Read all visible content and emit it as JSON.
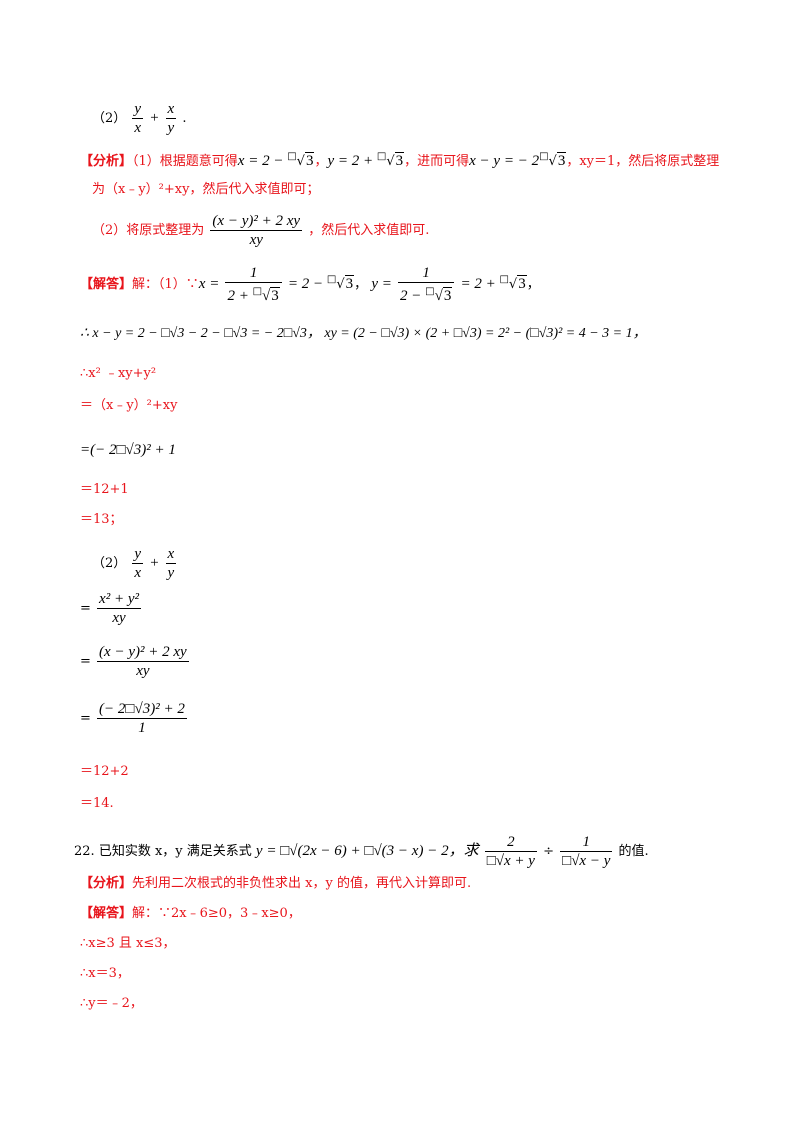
{
  "sec1": {
    "q2_label": "（2）",
    "q2_frac1_num": "y",
    "q2_frac1_den": "x",
    "q2_plus": "+",
    "q2_frac2_num": "x",
    "q2_frac2_den": "y",
    "q2_period": "."
  },
  "analysis": {
    "tag": "【分析】",
    "p1_a": "（1）根据题意可得",
    "p1_eq1": "x = 2 − ",
    "p1_idx": "□",
    "p1_r3": "3",
    "p1_comma1": "，",
    "p1_eq2": "y = 2 + ",
    "p1_mid": "，进而可得",
    "p1_eq3": "x − y = − 2",
    "p1_comma2": "，",
    "p1_xy": "xy＝1，然后将原式整理",
    "p2": "为（x﹣y）²+xy，然后代入求值即可；",
    "p3_a": "（2）将原式整理为",
    "p3_num": "(x − y)² + 2 xy",
    "p3_den": "xy",
    "p3_b": "，然后代入求值即可."
  },
  "answer": {
    "tag": "【解答】",
    "a1_a": "解：（1）∵",
    "a1_x": "x =",
    "a1_frac_num": "1",
    "a1_frac_den": "2 + ",
    "a1_eq": "= 2 − ",
    "a1_comma": "，",
    "a1_y": "y =",
    "a1_frac2_den": "2 − ",
    "a1_eq2": "= 2 + ",
    "a1_end": "，",
    "a2": "∴ x − y = 2 − □√3 − 2 − □√3 = − 2□√3，  xy = (2 − □√3) × (2 + □√3) = 2² − (□√3)² = 4 − 3 = 1，",
    "a3": "∴x² ﹣xy+y²",
    "a4": "＝（x﹣y）²+xy",
    "a5": "=(− 2□√3)² + 1",
    "a6": "＝12+1",
    "a7": "＝13；",
    "a8_label": "（2）",
    "a9_num": "x² + y²",
    "a9_den": "xy",
    "a10_num": "(x − y)² + 2 xy",
    "a10_den": "xy",
    "a11_num": "(− 2□√3)² + 2",
    "a11_den": "1",
    "a12": "＝12+2",
    "a13": "＝14."
  },
  "q22": {
    "num": "22.",
    "text_a": "已知实数 x，y 满足关系式",
    "eq": "y = □√(2x − 6) + □√(3 − x) − 2，求",
    "frac1_num": "2",
    "frac1_den": "□√x + y",
    "div": "÷",
    "frac2_num": "1",
    "frac2_den": "□√x − y",
    "text_b": "的值."
  },
  "q22_analysis": {
    "tag": "【分析】",
    "text": "先利用二次根式的非负性求出 x，y 的值，再代入计算即可."
  },
  "q22_answer": {
    "tag": "【解答】",
    "l1": "解：∵2x﹣6≥0，3﹣x≥0，",
    "l2": "∴x≥3 且 x≤3，",
    "l3": "∴x＝3，",
    "l4": "∴y＝﹣2，"
  }
}
